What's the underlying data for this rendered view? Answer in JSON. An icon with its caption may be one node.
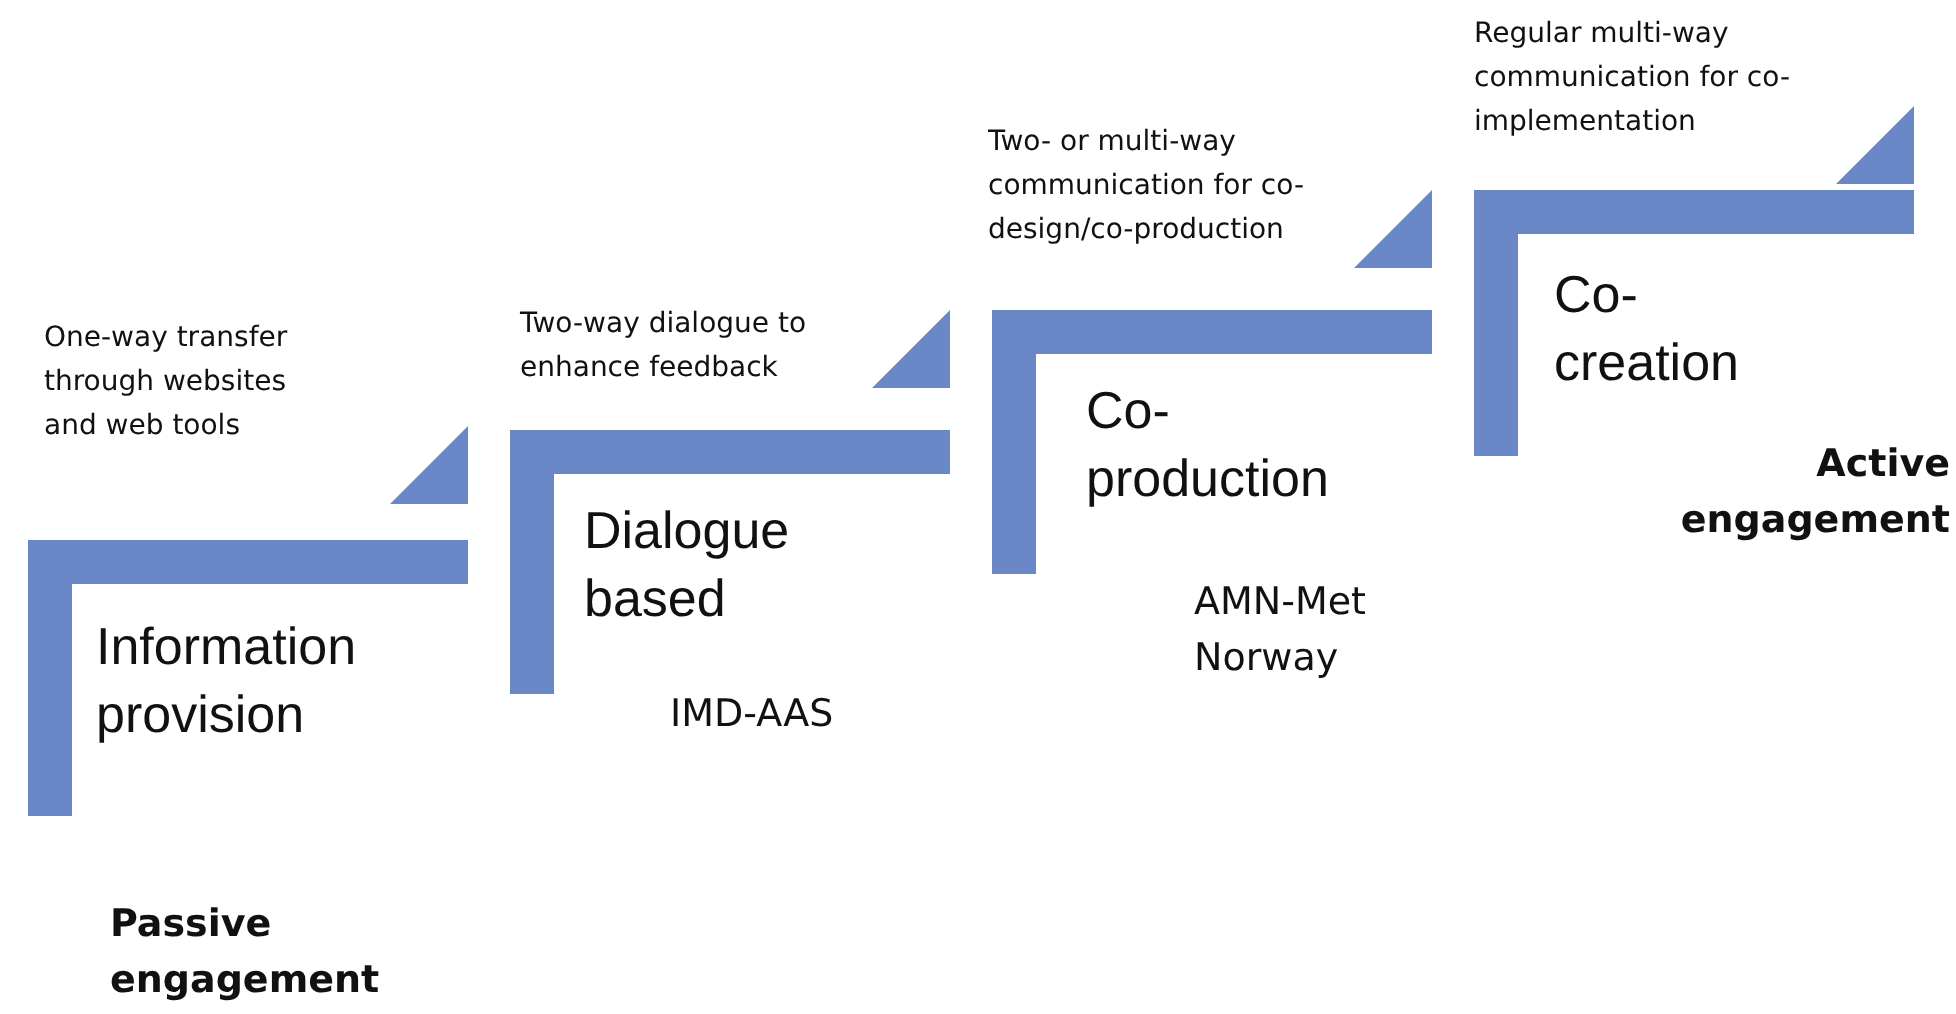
{
  "diagram": {
    "nodes": [
      {
        "text": [
          "Information provision"
        ],
        "beside": [
          "One-way transfer through websites and web tools"
        ]
      },
      {
        "text": [
          "Dialogue based"
        ],
        "beside": [
          "Two-way dialogue to enhance feedback",
          "IMD-AAS"
        ]
      },
      {
        "text": [
          "Co-production"
        ],
        "beside": [
          "Two- or multi-way communication for co-design/co-production",
          "AMN-Met Norway"
        ]
      },
      {
        "text": [
          "Co-creation"
        ],
        "beside": [
          "Regular multi-way communication for co-implementation"
        ]
      }
    ],
    "labels": [
      "Active engagement",
      "Passive engagement"
    ]
  }
}
